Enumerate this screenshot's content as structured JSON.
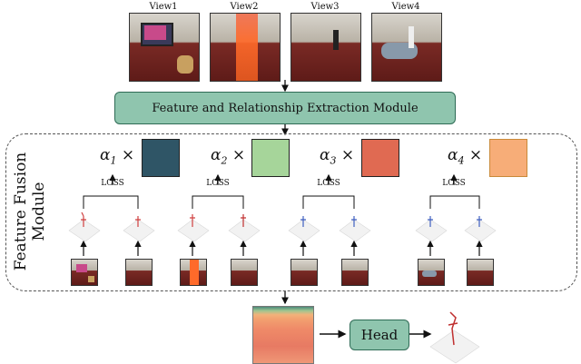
{
  "views": [
    {
      "label": "View1"
    },
    {
      "label": "View2"
    },
    {
      "label": "View3"
    },
    {
      "label": "View4"
    }
  ],
  "extraction_module": {
    "label": "Feature and Relationship Extraction Module"
  },
  "fusion_module": {
    "title_line1": "Feature Fusion",
    "title_line2": "Module"
  },
  "branches": [
    {
      "alpha": "α1",
      "alpha_base": "α",
      "alpha_sub": "1",
      "times": "×",
      "color": "#2f5566",
      "loss": "LOSS"
    },
    {
      "alpha": "α2",
      "alpha_base": "α",
      "alpha_sub": "2",
      "times": "×",
      "color": "#a6d59a",
      "loss": "LOSS"
    },
    {
      "alpha": "α3",
      "alpha_base": "α",
      "alpha_sub": "3",
      "times": "×",
      "color": "#e06a52",
      "loss": "LOSS"
    },
    {
      "alpha": "α4",
      "alpha_base": "α",
      "alpha_sub": "4",
      "times": "×",
      "color": "#f7ad78",
      "loss": "LOSS"
    }
  ],
  "head": {
    "label": "Head"
  }
}
